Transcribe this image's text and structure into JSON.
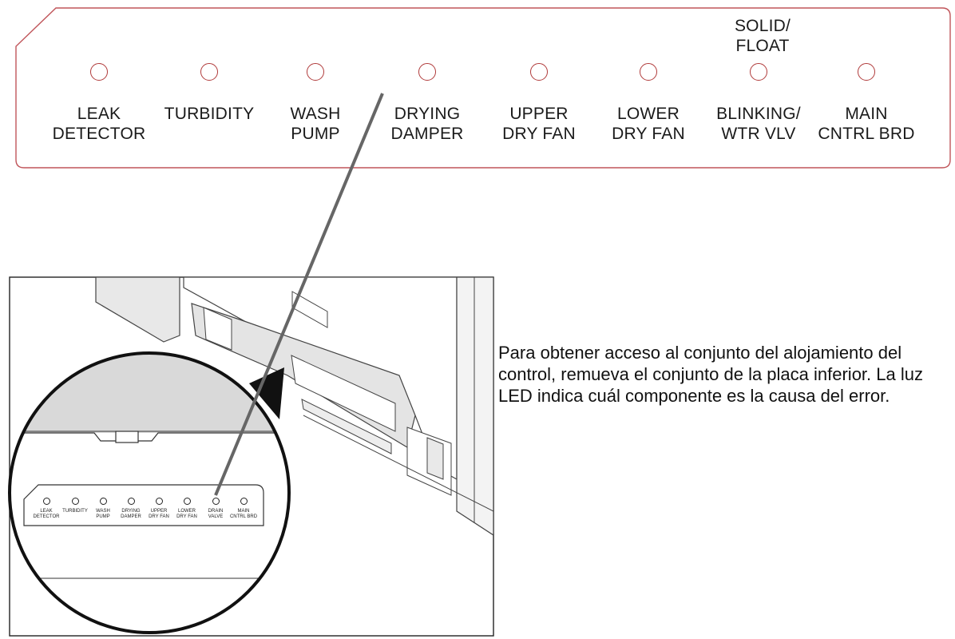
{
  "panel": {
    "leds": [
      {
        "label": "LEAK\nDETECTOR"
      },
      {
        "label": "TURBIDITY"
      },
      {
        "label": "WASH\nPUMP"
      },
      {
        "label": "DRYING\nDAMPER"
      },
      {
        "label": "UPPER\nDRY FAN"
      },
      {
        "label": "LOWER\nDRY FAN"
      },
      {
        "label": "BLINKING/\nWTR VLV",
        "top_label": "SOLID/\nFLOAT"
      },
      {
        "label": "MAIN\nCNTRL BRD"
      }
    ]
  },
  "inset": {
    "leds": [
      {
        "label": "LEAK\nDETECTOR"
      },
      {
        "label": "TURBIDITY"
      },
      {
        "label": "WASH\nPUMP"
      },
      {
        "label": "DRYING\nDAMPER"
      },
      {
        "label": "UPPER\nDRY FAN"
      },
      {
        "label": "LOWER\nDRY FAN"
      },
      {
        "label": "DRAIN\nVALVE"
      },
      {
        "label": "MAIN\nCNTRL BRD"
      }
    ]
  },
  "caption": "Para obtener acceso al conjunto del alojamiento del control, remueva el conjunto de la placa inferior.  La luz LED indica cuál componente es la causa del error.",
  "colors": {
    "panel_outline": "#c0555a",
    "led_outline": "#b03a3a",
    "pointer_line": "#666666"
  }
}
